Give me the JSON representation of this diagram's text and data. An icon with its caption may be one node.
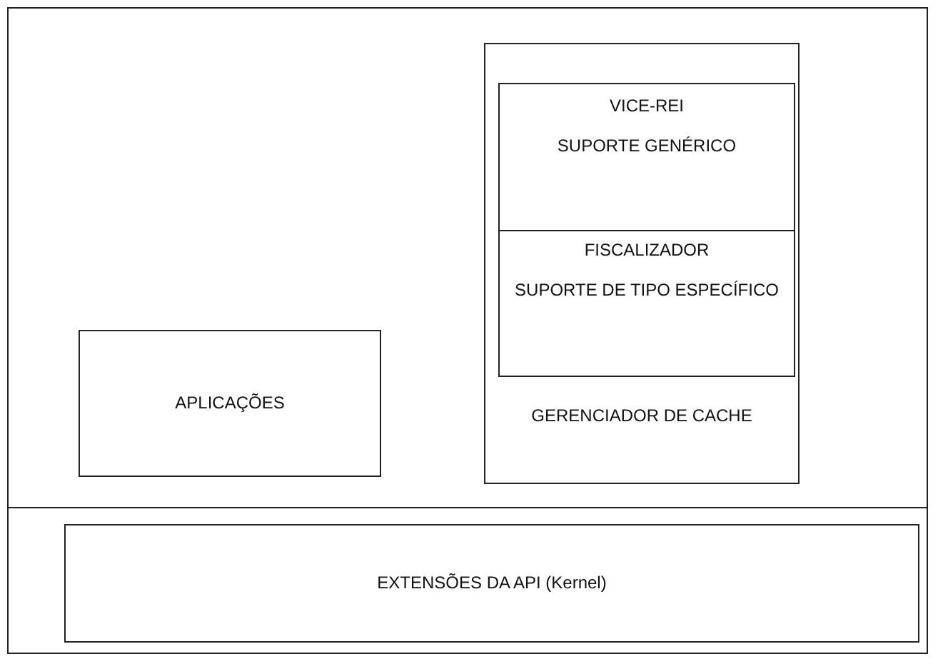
{
  "diagram": {
    "nodes": [
      {
        "text": [
          "GERENCIADOR DE CACHE"
        ]
      },
      {
        "text": [
          "VICE-REI",
          "SUPORTE GENÉRICO"
        ],
        "in": 0
      },
      {
        "text": [
          "FISCALIZADOR",
          "SUPORTE DE TIPO ESPECÍFICO"
        ],
        "in": 0
      },
      {
        "text": [
          "APLICAÇÕES"
        ]
      },
      {
        "text": [
          "EXTENSÕES DA API (Kernel)"
        ]
      }
    ],
    "edges": []
  }
}
